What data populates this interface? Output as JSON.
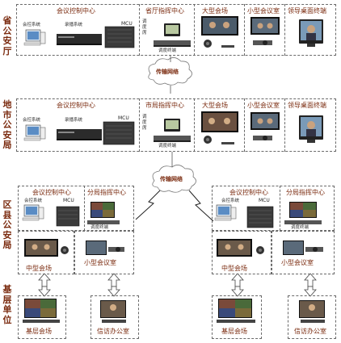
{
  "tiers": {
    "province": "省公安厅",
    "city": "地市公安局",
    "county": "区县公安局",
    "base": "基层单位"
  },
  "province_row": {
    "control_center": "会议控制中心",
    "control_system": "会控系统",
    "record_system": "录播系统",
    "mcu": "MCU",
    "command_center": "省厅指挥中心",
    "scheduler_terminal": "调度终端",
    "scheduler_seat": "调度席",
    "large_venue": "大型会场",
    "small_room": "小型会议室",
    "leader_desktop": "领导桌面终端"
  },
  "network_label": "传输网络",
  "city_row": {
    "control_center": "会议控制中心",
    "control_system": "会控系统",
    "record_system": "录播系统",
    "mcu": "MCU",
    "command_center": "市局指挥中心",
    "scheduler_terminal": "调度终端",
    "scheduler_seat": "调度席",
    "large_venue": "大型会场",
    "small_room": "小型会议室",
    "leader_desktop": "领导桌面终端"
  },
  "county_left": {
    "control_center": "会议控制中心",
    "control_system": "会控系统",
    "mcu": "MCU",
    "command_center": "分局指挥中心",
    "scheduler_terminal": "调度终端",
    "medium_venue": "中型会场",
    "small_room": "小型会议室"
  },
  "county_right": {
    "control_center": "会议控制中心",
    "control_system": "会控系统",
    "mcu": "MCU",
    "command_center": "分局指挥中心",
    "scheduler_terminal": "调度终端",
    "medium_venue": "中型会场",
    "small_room": "小型会议室"
  },
  "base_units": {
    "left_meeting": "基层会场",
    "left_petition": "信访办公室",
    "right_meeting": "基层会场",
    "right_petition": "信访办公室"
  },
  "colors": {
    "label_text": "#7a2a0e",
    "dash_border": "#6a6a6a",
    "device_dark": "#2b2b2b",
    "screen_blue": "#3a6ea5",
    "cloud_stroke": "#777777",
    "arrow_fill": "#ffffff"
  },
  "icons": [
    "pc-icon",
    "recorder-icon",
    "mcu-icon",
    "tablet-icon",
    "lcd-screen-icon",
    "camera-icon",
    "codec-icon",
    "cloud-icon",
    "lightning-icon",
    "up-down-arrow-icon"
  ]
}
